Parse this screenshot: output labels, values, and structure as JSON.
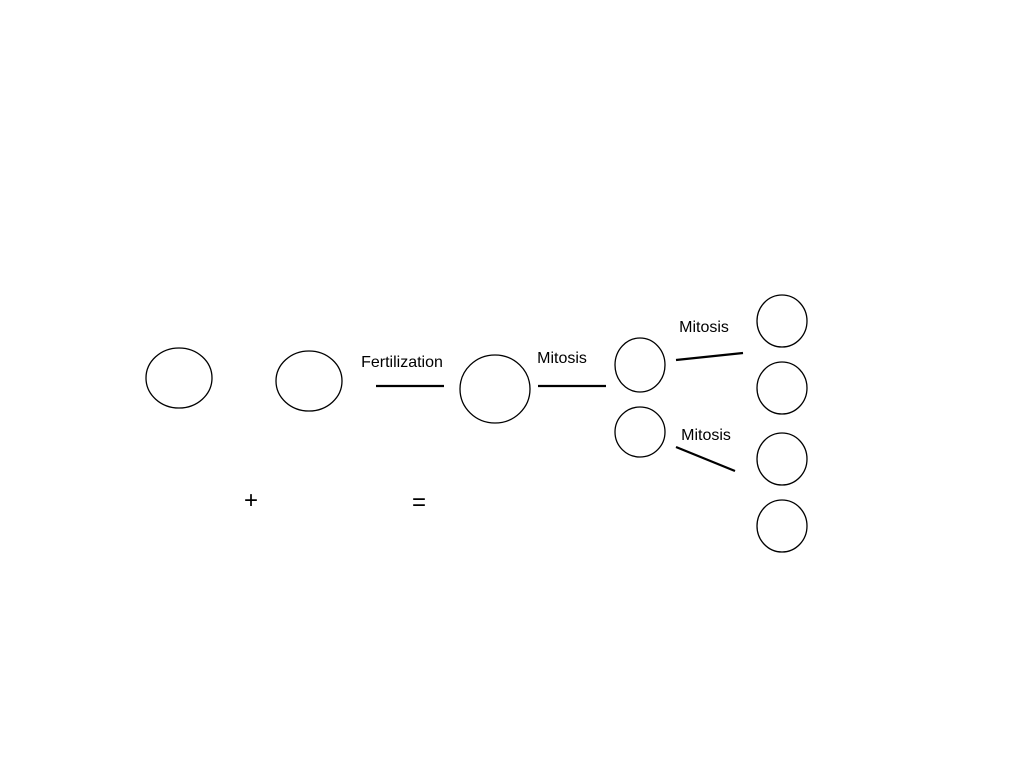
{
  "diagram": {
    "stages": {
      "fertilization_label": "Fertilization",
      "first_division_label": "Mitosis",
      "upper_division_label": "Mitosis",
      "lower_division_label": "Mitosis"
    },
    "symbols": {
      "plus": "+",
      "equals": "="
    },
    "colors": {
      "background": "#ffffff",
      "stroke": "#000000"
    }
  }
}
